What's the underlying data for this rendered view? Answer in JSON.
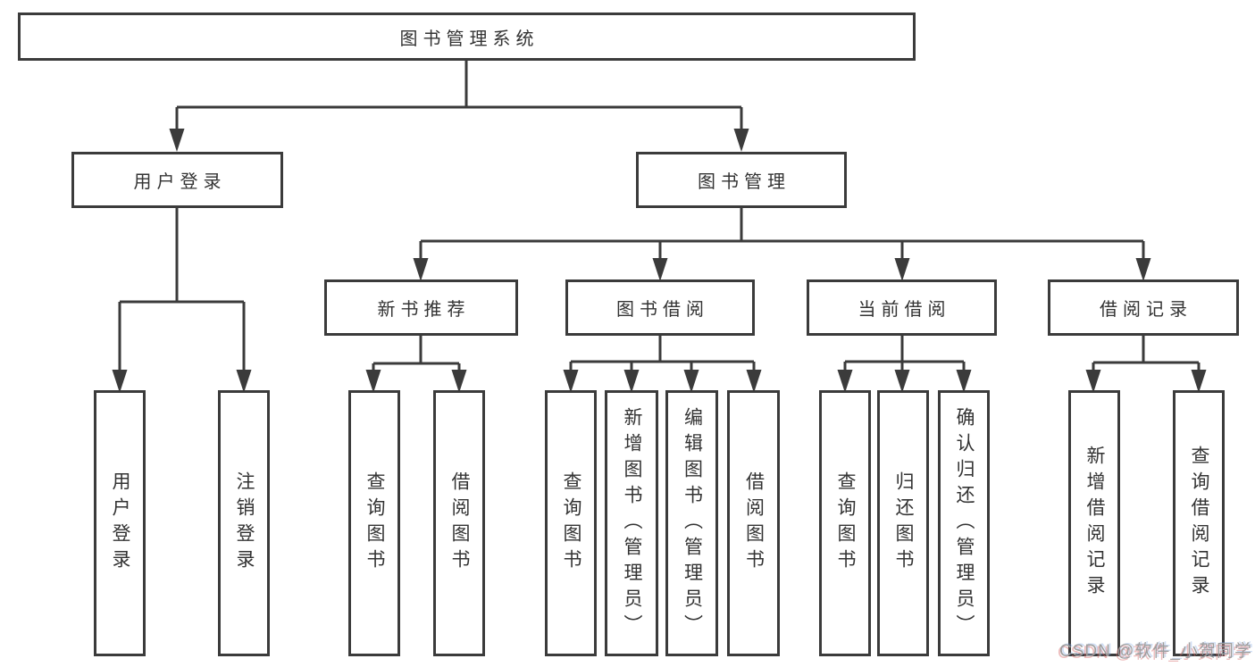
{
  "diagram": {
    "type": "hierarchy-tree",
    "tree": {
      "label": "图书管理系统",
      "children": [
        {
          "label": "用户登录",
          "leaves": [
            "用户登录",
            "注销登录"
          ]
        },
        {
          "label": "图书管理",
          "children": [
            {
              "label": "新书推荐",
              "leaves": [
                "查询图书",
                "借阅图书"
              ]
            },
            {
              "label": "图书借阅",
              "leaves": [
                "查询图书",
                "新增图书（管理员）",
                "编辑图书（管理员）",
                "借阅图书"
              ]
            },
            {
              "label": "当前借阅",
              "leaves": [
                "查询图书",
                "归还图书",
                "确认归还（管理员）"
              ]
            },
            {
              "label": "借阅记录",
              "leaves": [
                "新增借阅记录",
                "查询借阅记录"
              ]
            }
          ]
        }
      ]
    },
    "colors": {
      "line": "#3b3b3b",
      "text": "#333333",
      "background": "#ffffff",
      "watermark": "#9e9e9e"
    },
    "watermark": "CSDN @软件_小贺同学"
  }
}
